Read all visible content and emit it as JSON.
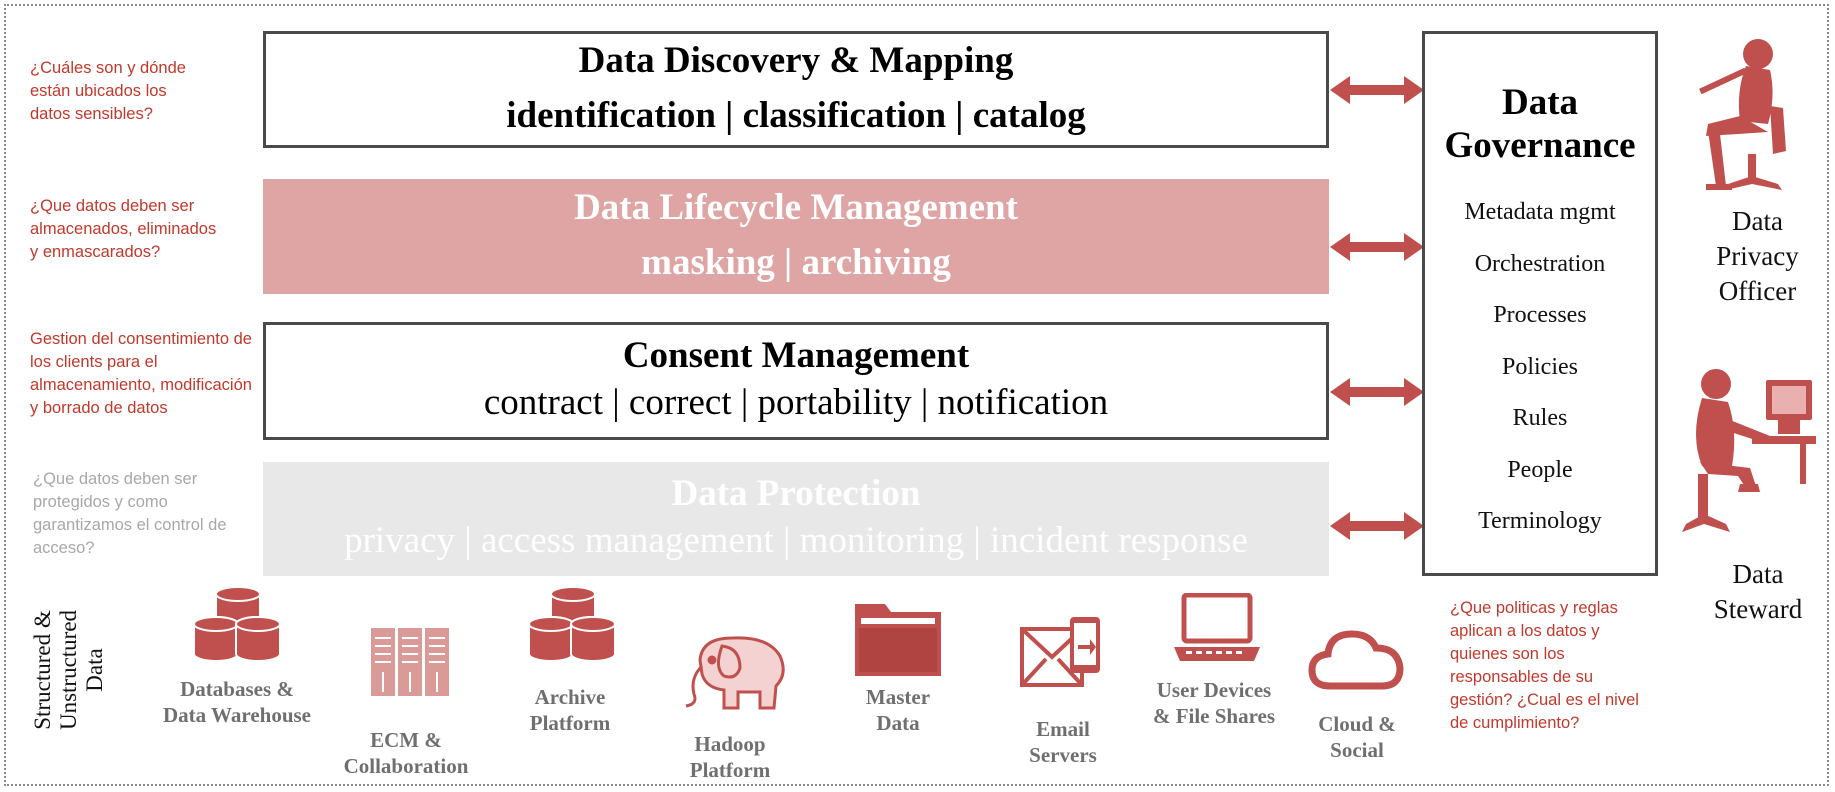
{
  "questions": {
    "q1": "¿Cuáles son y dónde están ubicados los datos sensibles?",
    "q2": "¿Que datos deben ser almacenados, eliminados y enmascarados?",
    "q3": "Gestion del consentimiento de los clients para el almacenamiento, modificación y borrado de datos",
    "q4": "¿Que datos deben ser protegidos y como garantizamos el control de acceso?",
    "q5": "¿Que politicas y reglas aplican a los datos y quienes son los responsables de su gestión? ¿Cual es el nivel de cumplimiento?"
  },
  "layers": {
    "discovery": {
      "title": "Data Discovery & Mapping",
      "sub": "identification | classification | catalog"
    },
    "lifecycle": {
      "title": "Data Lifecycle Management",
      "sub": "masking | archiving"
    },
    "consent": {
      "title": "Consent Management",
      "sub": "contract | correct | portability | notification"
    },
    "protection": {
      "title": "Data Protection",
      "sub": "privacy | access management | monitoring | incident response"
    }
  },
  "governance": {
    "title_line1": "Data",
    "title_line2": "Governance",
    "items": [
      "Metadata mgmt",
      "Orchestration",
      "Processes",
      "Policies",
      "Rules",
      "People",
      "Terminology"
    ]
  },
  "roles": {
    "officer": {
      "l1": "Data",
      "l2": "Privacy",
      "l3": "Officer",
      "icon": "person-laptop-icon"
    },
    "steward": {
      "l1": "Data",
      "l2": "Steward",
      "icon": "person-computer-icon"
    }
  },
  "sources_label": {
    "l1": "Structured &",
    "l2": "Unstructured",
    "l3": "Data"
  },
  "sources": [
    {
      "l1": "Databases &",
      "l2": "Data Warehouse",
      "icon": "database-icon"
    },
    {
      "l1": "ECM &",
      "l2": "Collaboration",
      "icon": "server-rack-icon"
    },
    {
      "l1": "Archive",
      "l2": "Platform",
      "icon": "database-icon"
    },
    {
      "l1": "Hadoop",
      "l2": "Platform",
      "icon": "elephant-icon"
    },
    {
      "l1": "Master",
      "l2": "Data",
      "icon": "folder-icon"
    },
    {
      "l1": "Email",
      "l2": "Servers",
      "icon": "email-phone-icon"
    },
    {
      "l1": "User Devices",
      "l2": "& File Shares",
      "icon": "laptop-icon"
    },
    {
      "l1": "Cloud &",
      "l2": "Social",
      "icon": "cloud-icon"
    }
  ],
  "colors": {
    "accent": "#c0392b",
    "icon": "#c0504d",
    "pink_band": "#dfa5a5",
    "grey_band": "#e8e8e8",
    "border": "#4a4a4a"
  }
}
